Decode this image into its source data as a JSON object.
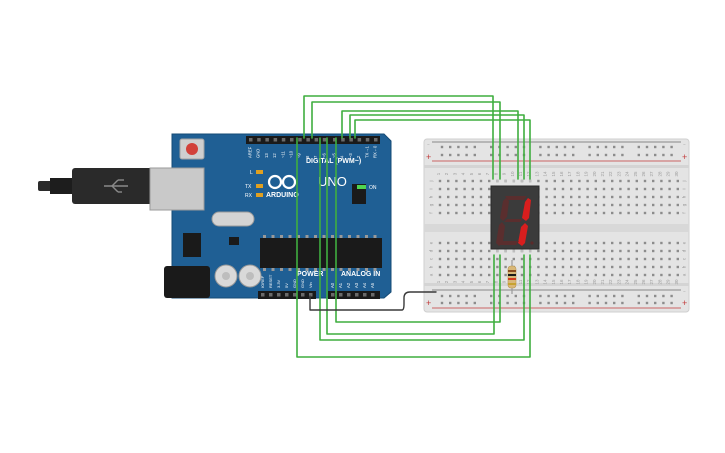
{
  "arduino": {
    "brand": "ARDUINO",
    "model": "UNO",
    "digital_label": "DIGITAL (PWM~)",
    "power_label": "POWER",
    "analog_label": "ANALOG IN",
    "on_label": "ON",
    "led_l": "L",
    "led_tx": "TX",
    "led_rx": "RX",
    "top_pins": [
      "AREF",
      "GND",
      "13",
      "12",
      "~11",
      "~10",
      "~9",
      "8",
      "7",
      "~6",
      "~5",
      "4",
      "~3",
      "2",
      "TX→1",
      "RX←0"
    ],
    "power_pins": [
      "IOREF",
      "RESET",
      "3.3V",
      "5V",
      "GND",
      "GND",
      "Vin"
    ],
    "analog_pins": [
      "A0",
      "A1",
      "A2",
      "A3",
      "A4",
      "A5"
    ]
  },
  "breadboard": {
    "columns": [
      "1",
      "2",
      "3",
      "4",
      "5",
      "6",
      "7",
      "8",
      "9",
      "10",
      "11",
      "12",
      "13",
      "14",
      "15",
      "16",
      "17",
      "18",
      "19",
      "20",
      "21",
      "22",
      "23",
      "24",
      "25",
      "26",
      "27",
      "28",
      "29",
      "30"
    ],
    "rows_top": [
      "j",
      "i",
      "h",
      "g",
      "f"
    ],
    "rows_bottom": [
      "e",
      "d",
      "c",
      "b",
      "a"
    ],
    "rail_plus": "+",
    "rail_minus": "−"
  },
  "display": {
    "digit": "1",
    "segment_color": "#d81e1e"
  },
  "colors": {
    "board": "#1f5f94",
    "wire": "#3fae3f",
    "ground_wire": "#3a3a3a",
    "breadboard": "#e4e4e4"
  }
}
